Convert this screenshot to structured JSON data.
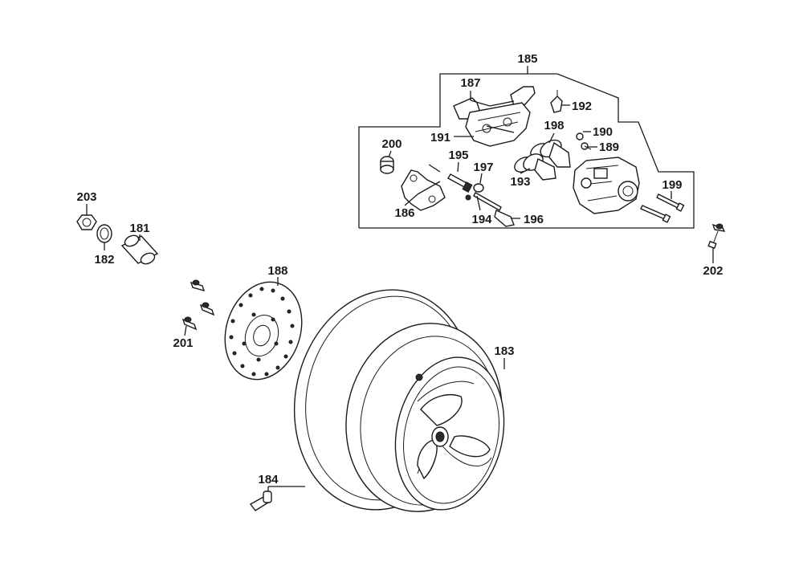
{
  "diagram": {
    "callouts": [
      {
        "id": "185",
        "text": "185"
      },
      {
        "id": "187",
        "text": "187"
      },
      {
        "id": "192",
        "text": "192"
      },
      {
        "id": "191",
        "text": "191"
      },
      {
        "id": "198",
        "text": "198"
      },
      {
        "id": "190",
        "text": "190"
      },
      {
        "id": "189",
        "text": "189"
      },
      {
        "id": "200",
        "text": "200"
      },
      {
        "id": "195",
        "text": "195"
      },
      {
        "id": "197",
        "text": "197"
      },
      {
        "id": "193",
        "text": "193"
      },
      {
        "id": "199",
        "text": "199"
      },
      {
        "id": "186",
        "text": "186"
      },
      {
        "id": "194",
        "text": "194"
      },
      {
        "id": "196",
        "text": "196"
      },
      {
        "id": "203",
        "text": "203"
      },
      {
        "id": "181",
        "text": "181"
      },
      {
        "id": "182",
        "text": "182"
      },
      {
        "id": "188",
        "text": "188"
      },
      {
        "id": "201",
        "text": "201"
      },
      {
        "id": "183",
        "text": "183"
      },
      {
        "id": "184",
        "text": "184"
      },
      {
        "id": "202",
        "text": "202"
      }
    ]
  }
}
